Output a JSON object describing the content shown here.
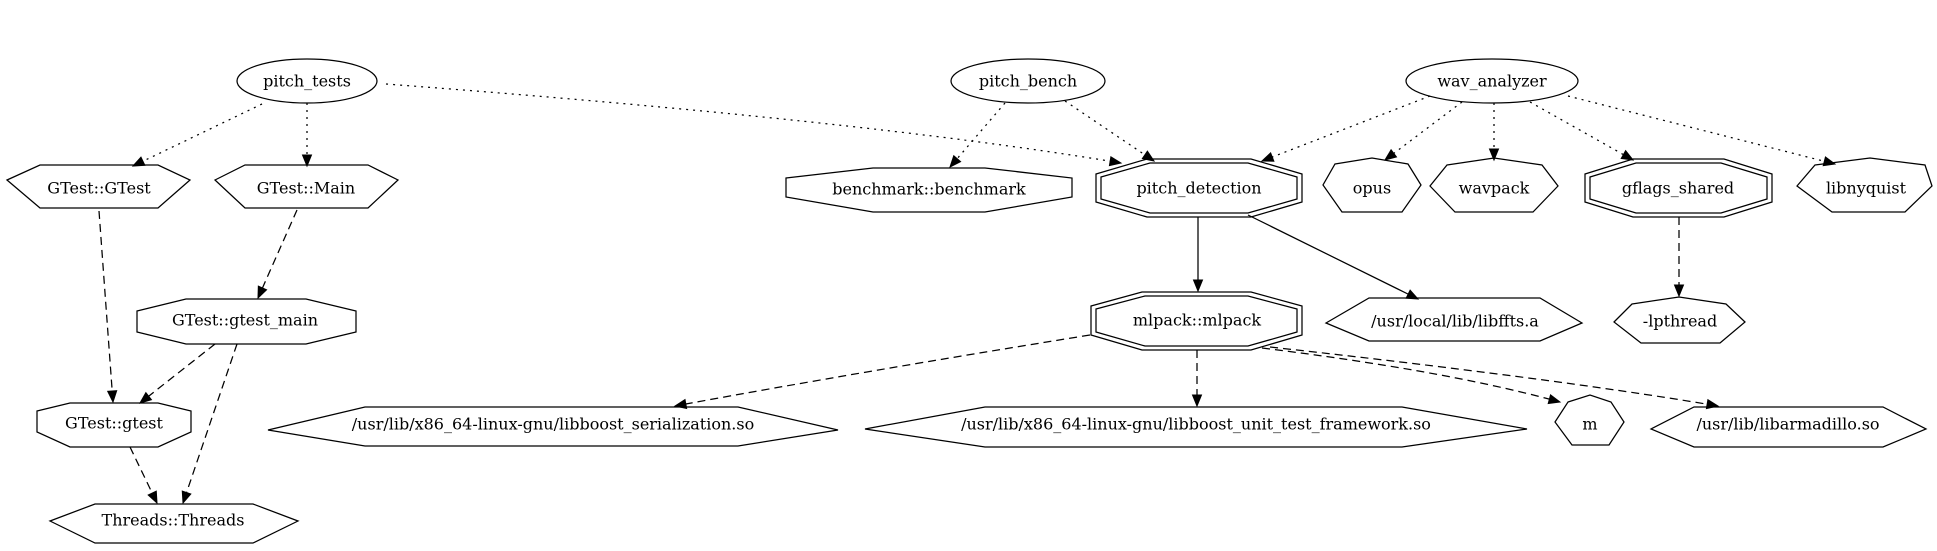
{
  "nodes": {
    "pitch_tests": "pitch_tests",
    "pitch_bench": "pitch_bench",
    "wav_analyzer": "wav_analyzer",
    "gtest_gtest_target": "GTest::GTest",
    "gtest_main_target": "GTest::Main",
    "benchmark": "benchmark::benchmark",
    "pitch_detection": "pitch_detection",
    "opus": "opus",
    "wavpack": "wavpack",
    "gflags_shared": "gflags_shared",
    "libnyquist": "libnyquist",
    "gtest_main_lib": "GTest::gtest_main",
    "mlpack": "mlpack::mlpack",
    "libffts": "/usr/local/lib/libffts.a",
    "lpthread": "-lpthread",
    "gtest_lib": "GTest::gtest",
    "boost_serialization": "/usr/lib/x86_64-linux-gnu/libboost_serialization.so",
    "boost_unit_test": "/usr/lib/x86_64-linux-gnu/libboost_unit_test_framework.so",
    "m": "m",
    "libarmadillo": "/usr/lib/libarmadillo.so",
    "threads": "Threads::Threads"
  },
  "edges": [
    {
      "from": "pitch_tests",
      "to": "gtest_gtest_target",
      "style": "dotted"
    },
    {
      "from": "pitch_tests",
      "to": "gtest_main_target",
      "style": "dotted"
    },
    {
      "from": "pitch_tests",
      "to": "pitch_detection",
      "style": "dotted"
    },
    {
      "from": "pitch_bench",
      "to": "benchmark",
      "style": "dotted"
    },
    {
      "from": "pitch_bench",
      "to": "pitch_detection",
      "style": "dotted"
    },
    {
      "from": "wav_analyzer",
      "to": "pitch_detection",
      "style": "dotted"
    },
    {
      "from": "wav_analyzer",
      "to": "opus",
      "style": "dotted"
    },
    {
      "from": "wav_analyzer",
      "to": "wavpack",
      "style": "dotted"
    },
    {
      "from": "wav_analyzer",
      "to": "gflags_shared",
      "style": "dotted"
    },
    {
      "from": "wav_analyzer",
      "to": "libnyquist",
      "style": "dotted"
    },
    {
      "from": "gtest_gtest_target",
      "to": "gtest_lib",
      "style": "dashed"
    },
    {
      "from": "gtest_main_target",
      "to": "gtest_main_lib",
      "style": "dashed"
    },
    {
      "from": "gtest_main_lib",
      "to": "gtest_lib",
      "style": "dashed"
    },
    {
      "from": "gtest_main_lib",
      "to": "threads",
      "style": "dashed"
    },
    {
      "from": "gtest_lib",
      "to": "threads",
      "style": "dashed"
    },
    {
      "from": "pitch_detection",
      "to": "mlpack",
      "style": "solid"
    },
    {
      "from": "pitch_detection",
      "to": "libffts",
      "style": "solid"
    },
    {
      "from": "gflags_shared",
      "to": "lpthread",
      "style": "dashed"
    },
    {
      "from": "mlpack",
      "to": "boost_serialization",
      "style": "dashed"
    },
    {
      "from": "mlpack",
      "to": "boost_unit_test",
      "style": "dashed"
    },
    {
      "from": "mlpack",
      "to": "m",
      "style": "dashed"
    },
    {
      "from": "mlpack",
      "to": "libarmadillo",
      "style": "dashed"
    }
  ]
}
